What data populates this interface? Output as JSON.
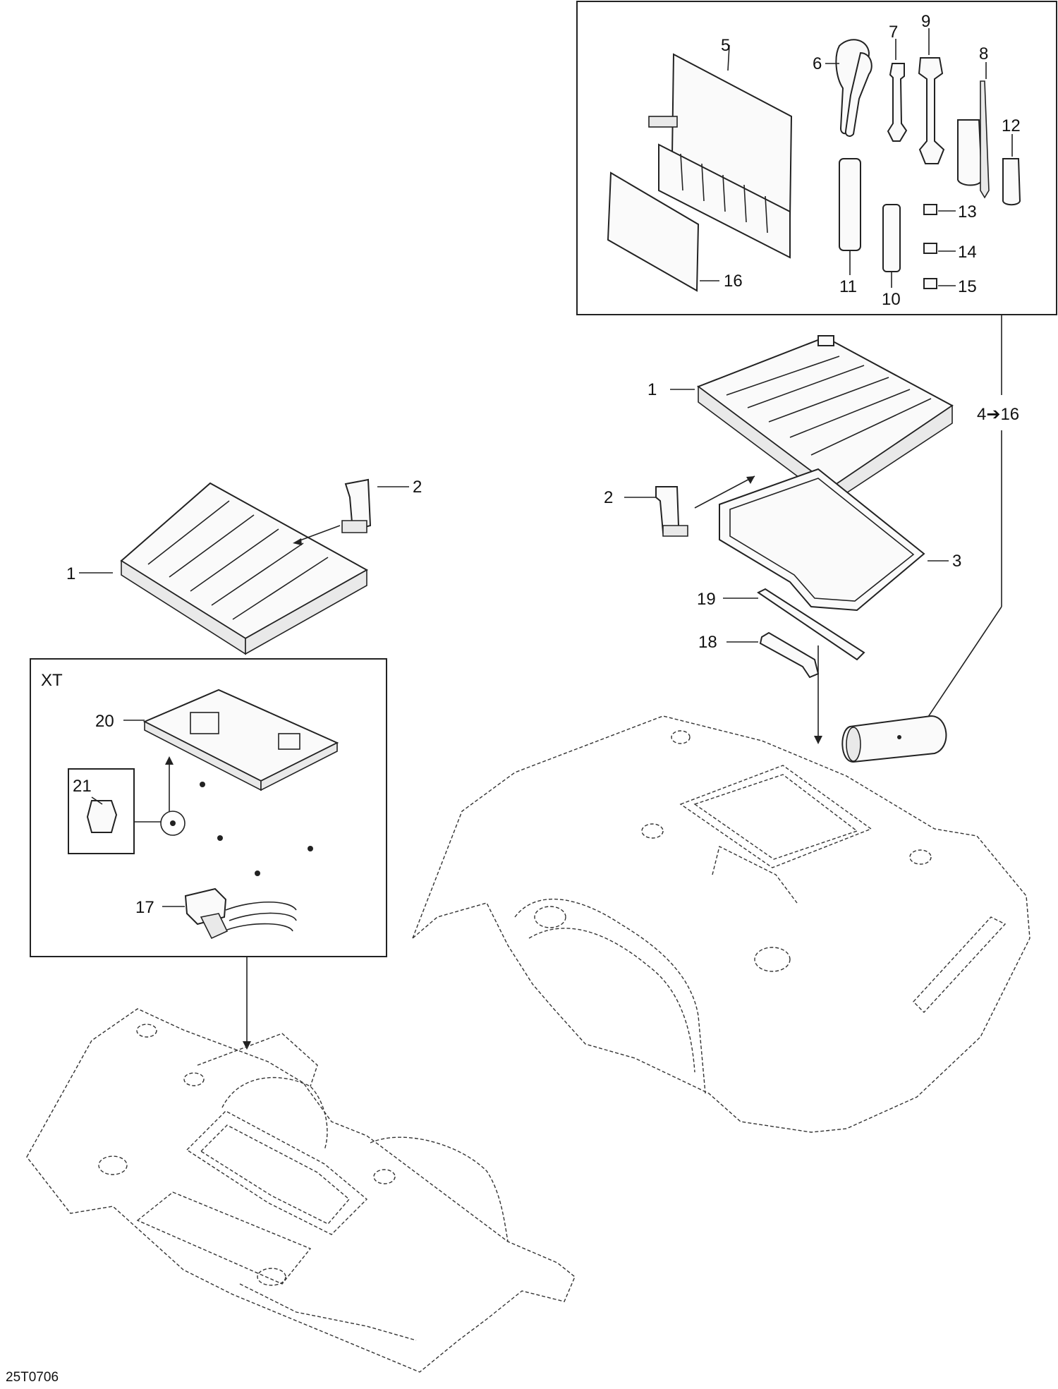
{
  "callouts": {
    "c1": "1",
    "c2": "2",
    "c3": "3",
    "c4_16": "4➔16",
    "c5": "5",
    "c6": "6",
    "c7": "7",
    "c8": "8",
    "c9": "9",
    "c10": "10",
    "c11": "11",
    "c12": "12",
    "c13": "13",
    "c14": "14",
    "c15": "15",
    "c16": "16",
    "c17": "17",
    "c18": "18",
    "c19": "19",
    "c20": "20",
    "c21": "21"
  },
  "xt_box_label": "XT",
  "drawing_number": "25T0706"
}
